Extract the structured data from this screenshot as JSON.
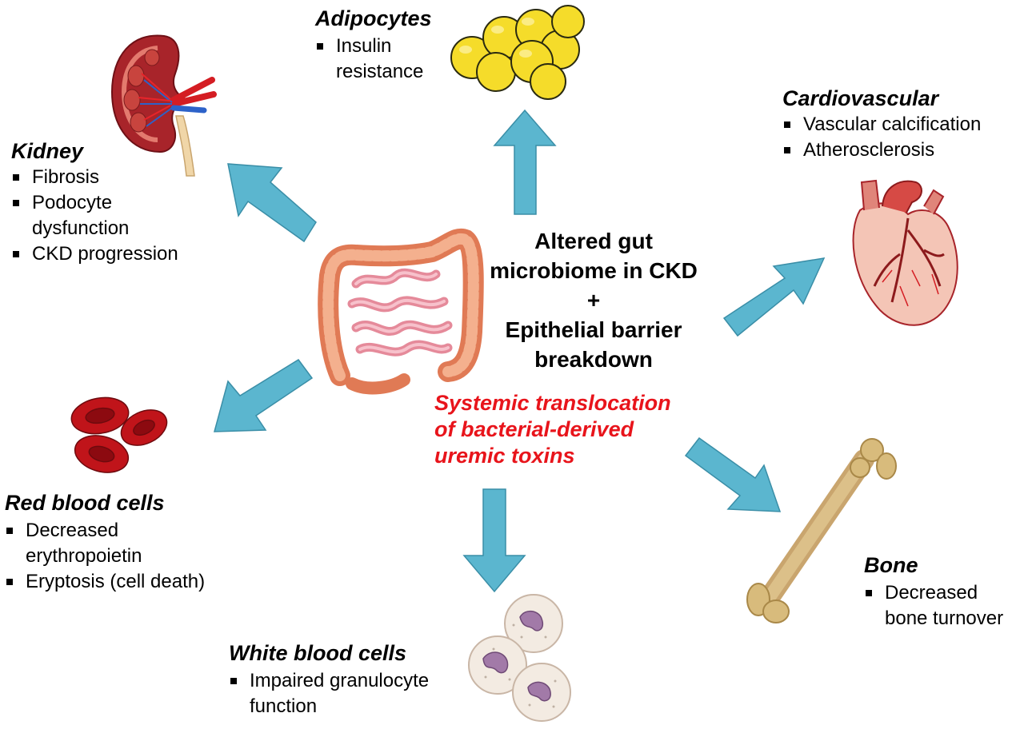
{
  "center": {
    "lines": [
      "Altered gut",
      "microbiome in CKD",
      "+",
      "Epithelial barrier",
      "breakdown"
    ],
    "translocation": [
      "Systemic translocation",
      "of bacterial-derived",
      "uremic toxins"
    ]
  },
  "organs": {
    "adipocytes": {
      "title": "Adipocytes",
      "items": [
        "Insulin",
        "resistance"
      ]
    },
    "kidney": {
      "title": "Kidney",
      "items": [
        "Fibrosis",
        "Podocyte",
        "dysfunction",
        "CKD progression"
      ]
    },
    "cardiovascular": {
      "title": "Cardiovascular",
      "items": [
        "Vascular calcification",
        "Atherosclerosis"
      ]
    },
    "red_blood_cells": {
      "title": "Red blood cells",
      "items": [
        "Decreased",
        "erythropoietin",
        "Eryptosis (cell death)"
      ]
    },
    "bone": {
      "title": "Bone",
      "items": [
        "Decreased",
        "bone turnover"
      ]
    },
    "white_blood_cells": {
      "title": "White blood cells",
      "items": [
        "Impaired granulocyte",
        "function"
      ]
    }
  },
  "colors": {
    "arrow_fill": "#5bb6cf",
    "arrow_stroke": "#3a8ea7",
    "translocation_text": "#e8141b",
    "adipocyte_fill": "#f5dc2a",
    "rbc_fill": "#c0141a",
    "bone_fill": "#d8bb7c",
    "gut_fill": "#f0a27c"
  },
  "icons": [
    "kidney-icon",
    "adipocytes-icon",
    "heart-icon",
    "intestine-icon",
    "red-blood-cells-icon",
    "bone-icon",
    "white-blood-cells-icon"
  ]
}
